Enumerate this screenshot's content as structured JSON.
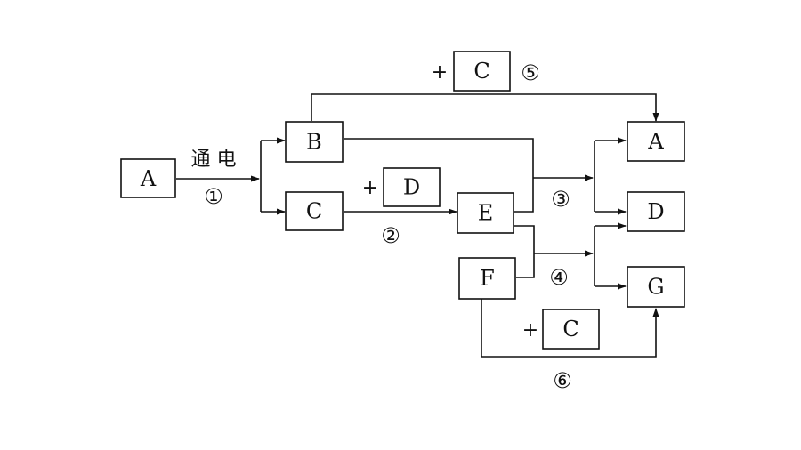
{
  "diagram": {
    "boxes": {
      "a_start": "A",
      "b": "B",
      "c_mid": "C",
      "d_reagent": "D",
      "e": "E",
      "f": "F",
      "c_reagent_top": "C",
      "c_reagent_bottom": "C",
      "a_out": "A",
      "d_out": "D",
      "g_out": "G"
    },
    "labels": {
      "energize": "通 电",
      "plus_1": "+",
      "plus_2": "+",
      "plus_3": "+"
    },
    "steps": {
      "s1": "①",
      "s2": "②",
      "s3": "③",
      "s4": "④",
      "s5": "⑤",
      "s6": "⑥"
    }
  }
}
